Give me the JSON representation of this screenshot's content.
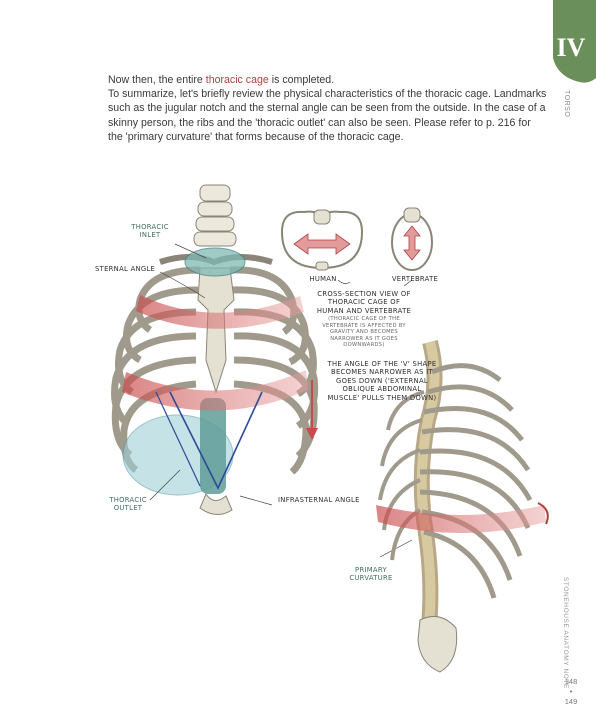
{
  "chapter": {
    "number": "IV",
    "label": "TORSO"
  },
  "intro": {
    "line1_pre": "Now then, the entire ",
    "line1_highlight": "thoracic cage",
    "line1_post": " is completed.",
    "body": "To summarize, let's briefly review the physical characteristics of the thoracic cage. Landmarks such as the jugular notch and the sternal angle can be seen from the outside. In the case of a skinny person, the ribs and the 'thoracic outlet' can also be seen. Please refer to p. 216 for the 'primary curvature' that forms because of the thoracic cage."
  },
  "labels": {
    "thoracic_inlet": "Thoracic Inlet",
    "sternal_angle": "Sternal Angle",
    "thoracic_outlet": "Thoracic Outlet",
    "infrasternal_angle": "Infrasternal Angle",
    "human": "Human",
    "vertebrate": "Vertebrate",
    "cross_section": "Cross-section view of thoracic cage of human and vertebrate",
    "cross_section_note": "(Thoracic cage of the vertebrate is affected by gravity and becomes narrower as it goes downwards)",
    "v_angle": "The angle of the 'V' shape becomes narrower as it goes down ('External oblique abdominal muscle' pulls them down)",
    "primary_curvature": "Primary Curvature"
  },
  "footer": {
    "book_title": "STONEHOUSE ANATOMY NOTE",
    "page_left": "148",
    "page_right": "149"
  },
  "colors": {
    "accent_red": "#b0413e",
    "tab_green": "#6b8f5a",
    "teal": "#3f7f7a",
    "bone": "#e8e4d8"
  }
}
